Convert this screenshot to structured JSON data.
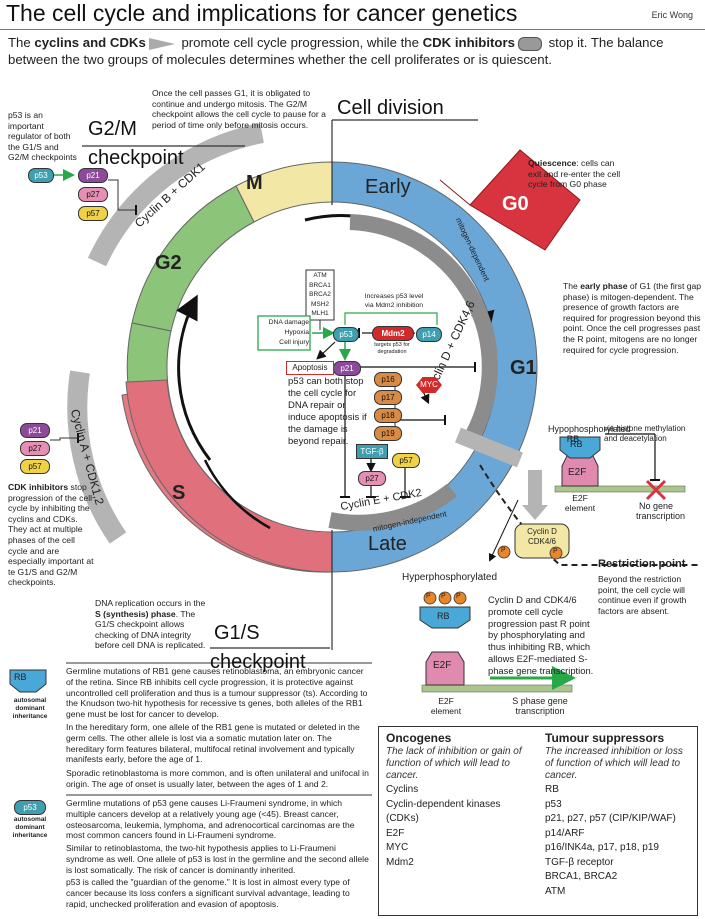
{
  "header": {
    "title": "The cell cycle and implications for cancer genetics",
    "author": "Eric Wong"
  },
  "intro": {
    "p1a": "The ",
    "p1b": "cyclins and CDKs",
    "p1c": " promote cell cycle progression, while the ",
    "p1d": "CDK inhibitors",
    "p1e": " stop it. The balance between the two groups of molecules determines whether the cell proliferates or is quiescent."
  },
  "cycle": {
    "g2m_line1": "G2/M",
    "g2m_line2": "checkpoint",
    "celldiv": "Cell division",
    "g1s_line1": "G1/S",
    "g1s_line2": "checkpoint",
    "phase_m": "M",
    "phase_g2": "G2",
    "phase_s": "S",
    "phase_early": "Early",
    "phase_late": "Late",
    "phase_g1": "G1",
    "phase_g0": "G0",
    "arc_cyclinb": "Cyclin B + CDK1",
    "arc_cyclina": "Cyclin A + CDK1,2",
    "arc_cyclind": "Cyclin D + CDK4,6",
    "arc_cycline": "Cyclin E + CDK2",
    "mitogen_dep": "mitogen-dependent",
    "mitogen_indep": "mitogen-independent"
  },
  "notes": {
    "p53_reg": "p53 is an important regulator of both the G1/S and G2/M checkpoints",
    "g2m": "Once the cell passes G1, it is obligated to continue and undergo mitosis. The G2/M checkpoint allows the cell cycle to pause for a period of time only before mitosis occurs.",
    "quiescence_b": "Quiescence",
    "quiescence": ": cells can exit and re-enter the cell cycle from G0 phase",
    "early_a": "The ",
    "early_b": "early phase",
    "early_c": " of G1 (the first gap phase) is mitogen-dependent. The presence of growth factors are required for progression beyond this point. Once the cell progresses past the R point, mitogens are no longer required for cycle progression.",
    "cdki_b": "CDK inhibitors",
    "cdki": " stop progression of the cell cycle by inhibiting the cyclins and CDKs. They act at multiple phases of the cell cycle and are especially important at te G1/S and G2/M checkpoints.",
    "dna_a": "DNA replication occurs in the ",
    "dna_b": "S (synthesis) phase",
    "dna_c": ". The G1/S checkpoint allows checking of DNA integrity before cell DNA is replicated.",
    "p53_stop": "p53 can both stop the cell cycle for DNA repair or induce apoptosis if the damage is beyond repair.",
    "restriction_b": "Restriction point",
    "restriction": "Beyond the restriction point, the cell cycle will continue even if growth factors are absent.",
    "cyclind_text": "Cyclin D and CDK4/6 promote cell cycle progression past R point by phosphorylating and thus inhibiting RB, which allows E2F-mediated S-phase gene transcription."
  },
  "molecules": {
    "p53": "p53",
    "p21": "p21",
    "p27": "p27",
    "p57": "p57",
    "p14": "p14",
    "p16": "p16",
    "p17": "p17",
    "p18": "p18",
    "p19": "p19",
    "mdm2": "Mdm2",
    "myc": "MYC",
    "tgfb": "TGF-β",
    "atm_list": [
      "ATM",
      "BRCA1",
      "BRCA2",
      "MSH2",
      "MLH1"
    ],
    "damage_list": [
      "DNA damage",
      "Hypoxia",
      "Cell injury"
    ],
    "apoptosis": "Apoptosis",
    "increases": "Increases p53 level",
    "via_mdm2": "via Mdm2 inhibition",
    "targets1": "targets p53 for",
    "targets2": "degradation",
    "rb": "RB",
    "e2f": "E2F",
    "p": "P",
    "cyclind_box1": "Cyclin D",
    "cyclind_box2": "CDK4/6",
    "hypo1": "Hypophosphorylated",
    "hypo2": "RB",
    "via_histone1": "via histone methylation",
    "via_histone2": "and deacetylation",
    "no_gene1": "No gene",
    "no_gene2": "transcription",
    "e2f_el1": "E2F",
    "e2f_el2": "element",
    "hyper": "Hyperphosphorylated",
    "s_phase1": "S phase gene",
    "s_phase2": "transcription"
  },
  "bottom": {
    "rb_label": "RB",
    "rb_inherit": [
      "autosomal",
      "dominant",
      "inheritance"
    ],
    "rb_p1": "Germline mutations of RB1 gene causes retinoblastoma, an embryonic cancer of the retina. Since RB inhibits cell cycle progression, it is protective against uncontrolled cell proliferation and thus is a tumour suppressor (ts). According to the Knudson two-hit hypothesis for recessive ts genes, both alleles of the RB1 gene must be lost for cancer to develop.",
    "rb_p2": "In the hereditary form, one allele of the RB1 gene is mutated or deleted in the germ cells. The other allele is lost via a somatic mutation later on. The hereditary form features bilateral, multifocal retinal involvement and typically manifests early, before the age of 1.",
    "rb_p3": "Sporadic retinoblastoma is more common, and is often unilateral and unifocal in origin. The age of onset is usually later, between the ages of 1 and 2.",
    "p53_label": "p53",
    "p53_inherit": [
      "autosomal",
      "dominant",
      "inheritance"
    ],
    "p53_p1": "Germline mutations of p53 gene causes Li-Fraumeni syndrome, in which multiple cancers develop at a relatively young age (<45). Breast cancer, osteosarcoma, leukemia, lymphoma, and adrenocortical carcinomas are the most common cancers found in Li-Fraumeni syndrome.",
    "p53_p2": "Similar to retinoblastoma, the two-hit hypothesis applies to Li-Fraumeni syndrome as well. One allele of p53 is lost in the germline and the second allele is lost somatically. The risk of cancer is dominantly inherited.",
    "p53_p3": "p53 is called the \"guardian of the genome.\" It is lost in almost every type of cancer because its loss confers a significant survival advantage, leading to rapid, unchecked proliferation and evasion of apoptosis."
  },
  "table": {
    "onc_title": "Oncogenes",
    "onc_sub": "The lack of inhibition or gain of function of which will lead to cancer.",
    "onc_items": [
      "Cyclins",
      "Cyclin-dependent kinases (CDKs)",
      "E2F",
      "MYC",
      "Mdm2"
    ],
    "ts_title": "Tumour suppressors",
    "ts_sub": "The increased inhibition or loss of function of which will lead to cancer.",
    "ts_items": [
      "RB",
      "p53",
      "p21, p27, p57 (CIP/KIP/WAF)",
      "p14/ARF",
      "p16/INK4a, p17, p18, p19",
      "TGF-β receptor",
      "BRCA1, BRCA2",
      "ATM"
    ]
  },
  "colors": {
    "m": "#f3e7a6",
    "g2": "#8cc47a",
    "s": "#e57a85",
    "g1": "#6aa6d6",
    "g0": "#d8343f",
    "p53": "#3e9fb0",
    "p21": "#8e4a9a",
    "p27": "#e68fb4",
    "p57": "#f0d247",
    "mdm2": "#d22a2a",
    "p16": "#d98a45",
    "rb": "#4aa8d8",
    "e2f": "#e08ab0",
    "phos": "#e8872a",
    "green": "#29a84a"
  }
}
